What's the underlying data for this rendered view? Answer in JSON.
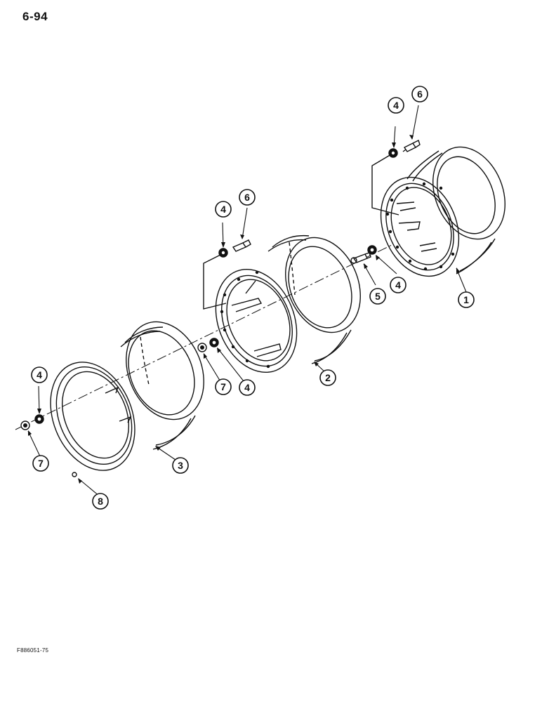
{
  "page": {
    "page_number": "6-94",
    "figure_code": "F886051-75"
  },
  "callouts": [
    {
      "id": "wheel-1-outer",
      "label": "1"
    },
    {
      "id": "wheel-2-center",
      "label": "2"
    },
    {
      "id": "wheel-3-inner",
      "label": "3"
    },
    {
      "id": "nut-top-right",
      "label": "4"
    },
    {
      "id": "bolt-top-right",
      "label": "6"
    },
    {
      "id": "nut-mid",
      "label": "4"
    },
    {
      "id": "bolt-mid",
      "label": "6"
    },
    {
      "id": "bolt-5",
      "label": "5"
    },
    {
      "id": "nut-right-inline",
      "label": "4"
    },
    {
      "id": "nut-center-inline",
      "label": "4"
    },
    {
      "id": "nut-7-center",
      "label": "7"
    },
    {
      "id": "nut-left-inline",
      "label": "4"
    },
    {
      "id": "nut-7-left",
      "label": "7"
    },
    {
      "id": "part-8",
      "label": "8"
    }
  ]
}
